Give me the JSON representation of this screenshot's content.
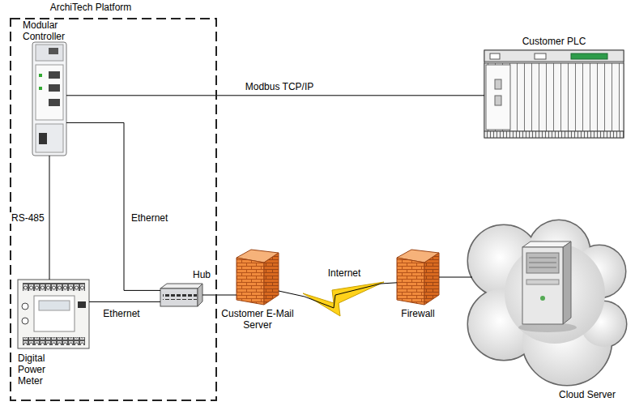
{
  "diagram": {
    "nodes": [
      {
        "text": [
          "ArchiTech Platform"
        ]
      },
      {
        "text": [
          "Modular Controller"
        ],
        "in": 0
      },
      {
        "text": [
          "Digital Power Meter"
        ],
        "in": 0
      },
      {
        "text": [
          "Hub"
        ],
        "in": 0
      },
      {
        "text": [
          "Customer PLC"
        ]
      },
      {
        "text": [
          "Customer E-Mail Server"
        ]
      },
      {
        "text": [
          "Firewall"
        ]
      },
      {
        "text": [
          "Cloud Server"
        ]
      }
    ],
    "edges": [
      {
        "from": 1,
        "to": 4,
        "label": "Modbus TCP/IP",
        "arrow": "none"
      },
      {
        "from": 1,
        "to": 2,
        "label": "RS-485",
        "arrow": "none"
      },
      {
        "from": 1,
        "to": 3,
        "label": "Ethernet",
        "arrow": "none"
      },
      {
        "from": 2,
        "to": 3,
        "label": "Ethernet",
        "arrow": "none"
      },
      {
        "from": 3,
        "to": 5,
        "arrow": "none"
      },
      {
        "from": 5,
        "to": 6,
        "label": "Internet",
        "arrow": "none"
      },
      {
        "from": 6,
        "to": 7,
        "arrow": "none"
      }
    ]
  }
}
